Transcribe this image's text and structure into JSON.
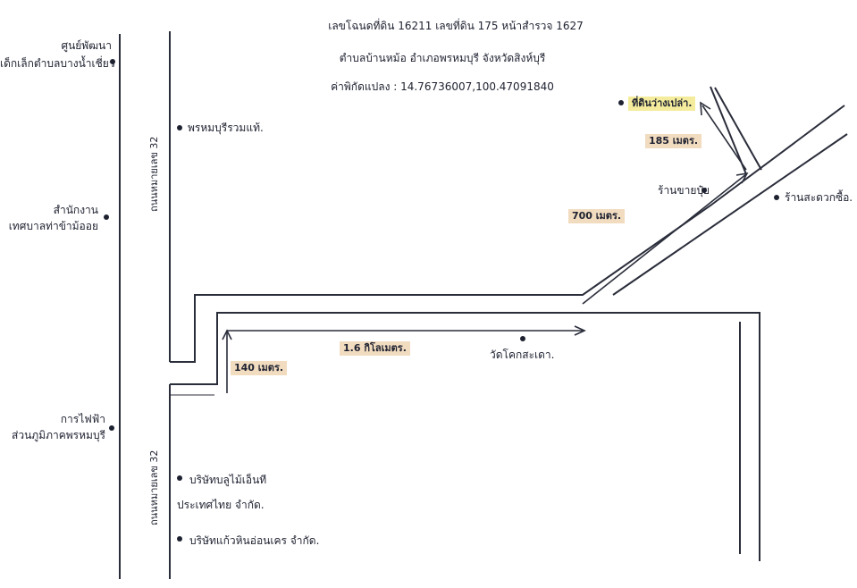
{
  "header": {
    "line1": "เลขโฉนดที่ดิน 16211  เลขที่ดิน 175  หน้าสำรวจ 1627",
    "line2": "ตำบลบ้านหม้อ  อำเภอพรหมบุรี  จังหวัดสิงห์บุรี",
    "line3": "ค่าพิกัดแปลง :  14.7673600​7,100.47091840"
  },
  "roads": {
    "highway_upper": "ถนนหมายเลข 32",
    "highway_lower": "ถนนหมายเลข 32"
  },
  "places": {
    "child_center_line1": "ศูนย์พัฒนา",
    "child_center_line2": "เด็กเล็กตำบลบางน้ำเชี่ยว",
    "police": "พรหมบุรีรวมแท้.",
    "municipality_line1": "สำนักงาน",
    "municipality_line2": "เทศบาลท่าข้าม้ออย",
    "pea_line1": "การไฟฟ้า",
    "pea_line2": "ส่วนภูมิภาคพรหมบุรี",
    "company1_line1": "บริษัทบลูไม้เอ็นที",
    "company1_line2": "ประเทศไทย จำกัด.",
    "company2": "บริษัทแก้วหินอ่อนเคร จำกัด.",
    "temple": "วัดโคกสะเดา.",
    "fertilizer_shop": "ร้านขายปุ๋ย",
    "grocery_shop": "ร้านสะดวกซื้อ.",
    "land_plot": "ที่ดินว่างเปล่า."
  },
  "distances": {
    "d140": "140 เมตร.",
    "d1600": "1.6 กิโลเมตร.",
    "d700": "700 เมตร.",
    "d185": "185 เมตร."
  },
  "colors": {
    "ink": "#1e2130",
    "label_highlight": "#f1dcc0",
    "target_highlight": "#f4ec9c"
  }
}
